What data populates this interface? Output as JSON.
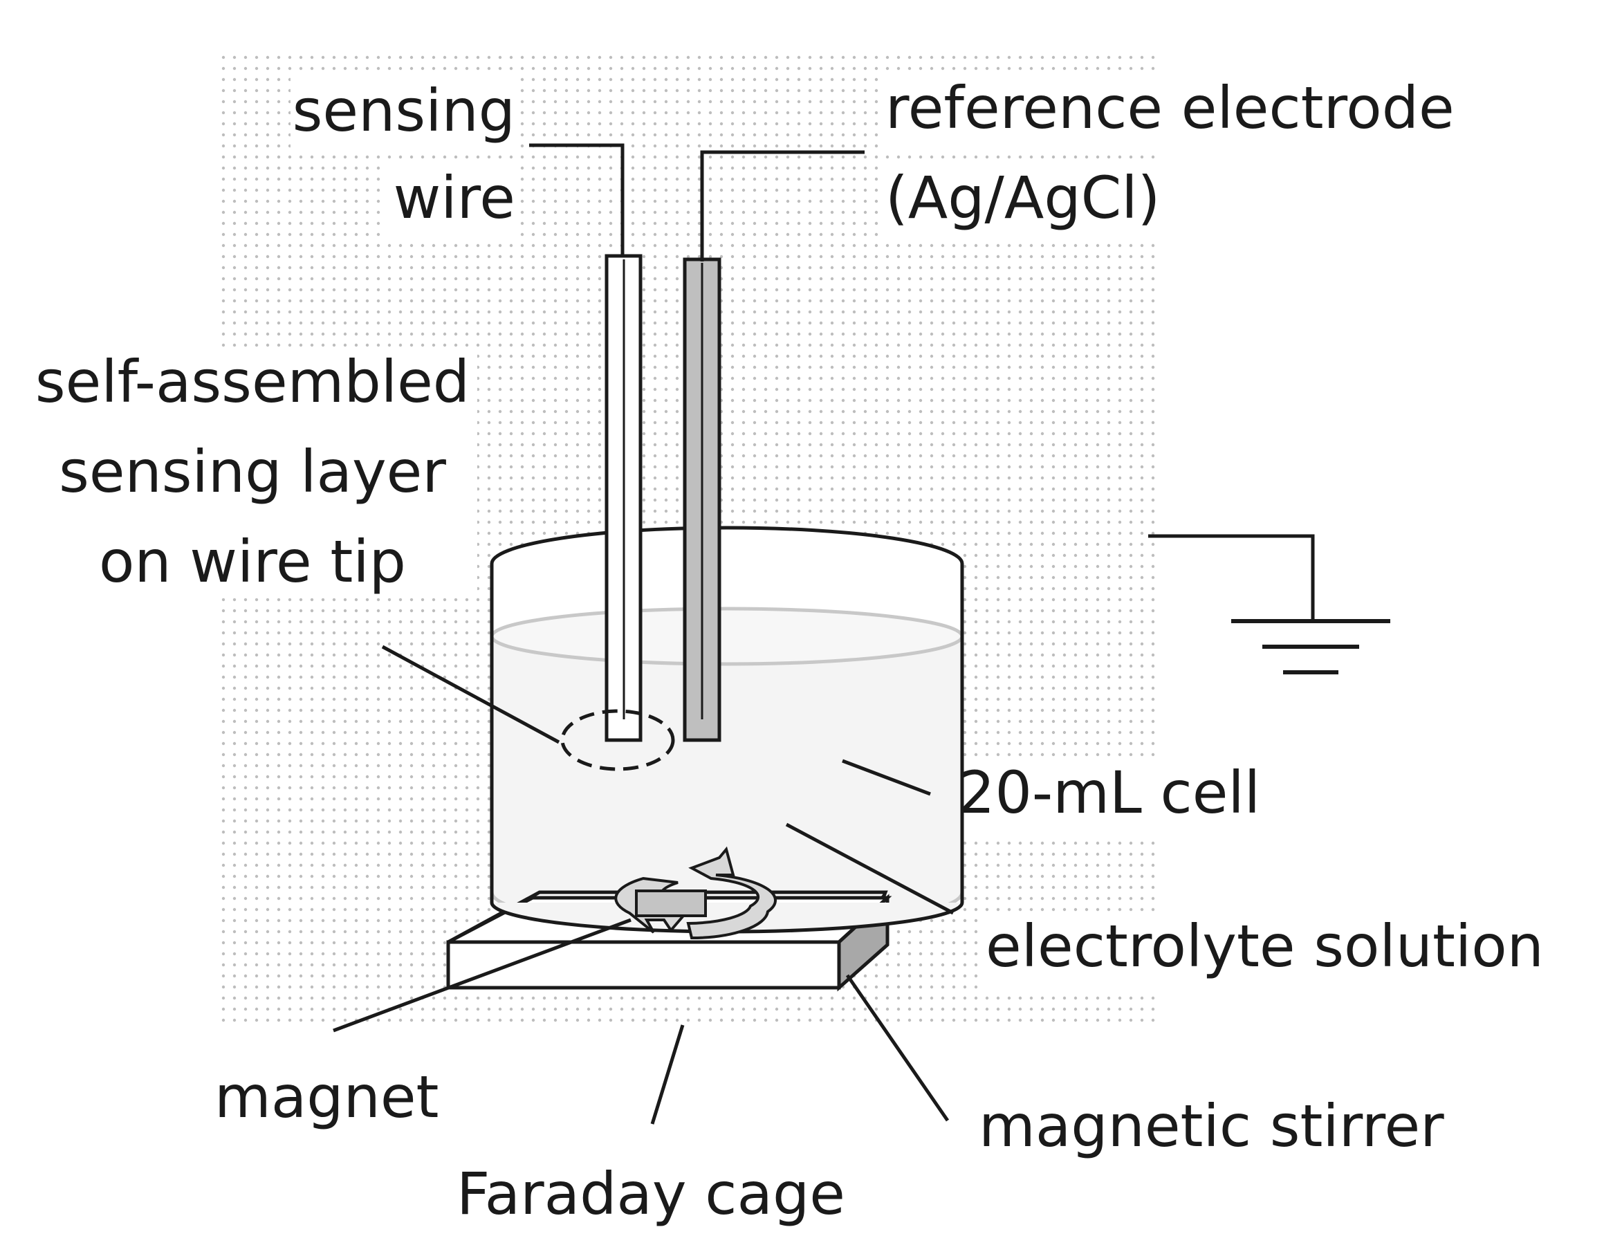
{
  "labels": {
    "sensing_wire": [
      "sensing",
      "wire"
    ],
    "reference_electrode": [
      "reference electrode",
      "(Ag/AgCl)"
    ],
    "sensing_layer": [
      "self-assembled",
      "sensing layer",
      "on wire tip"
    ],
    "cell": "20-mL cell",
    "electrolyte": "electrolyte solution",
    "magnet": "magnet",
    "stirrer": "magnetic stirrer",
    "faraday_cage": "Faraday cage"
  },
  "colors": {
    "ink": "#1a1a1a",
    "grid_dot": "#bdbdbd",
    "electrode_fill": "#bfbfbf",
    "solution_fill": "#f4f4f4",
    "solution_edge": "#c8c8c8",
    "stirrer_side": "#a8a8a8",
    "magnet_fill": "#c4c4c4"
  }
}
